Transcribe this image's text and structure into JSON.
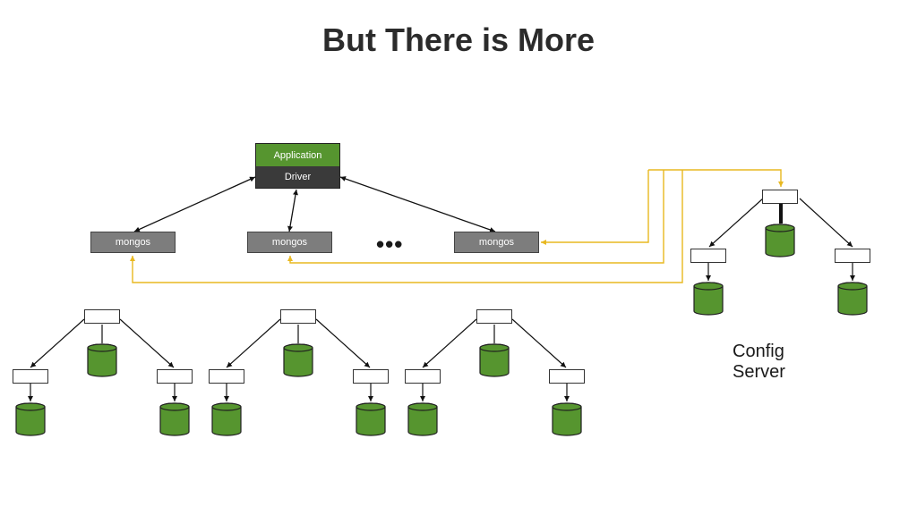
{
  "title": "But There is More",
  "app": {
    "application_label": "Application",
    "driver_label": "Driver"
  },
  "mongos": [
    {
      "label": "mongos"
    },
    {
      "label": "mongos"
    },
    {
      "label": "mongos"
    }
  ],
  "ellipsis": "•••",
  "config": {
    "line1": "Config",
    "line2": "Server"
  },
  "colors": {
    "green": "#56952f",
    "dark": "#3a3a3a",
    "mongos_gray": "#7d7d7d",
    "config_link": "#e8b820"
  }
}
